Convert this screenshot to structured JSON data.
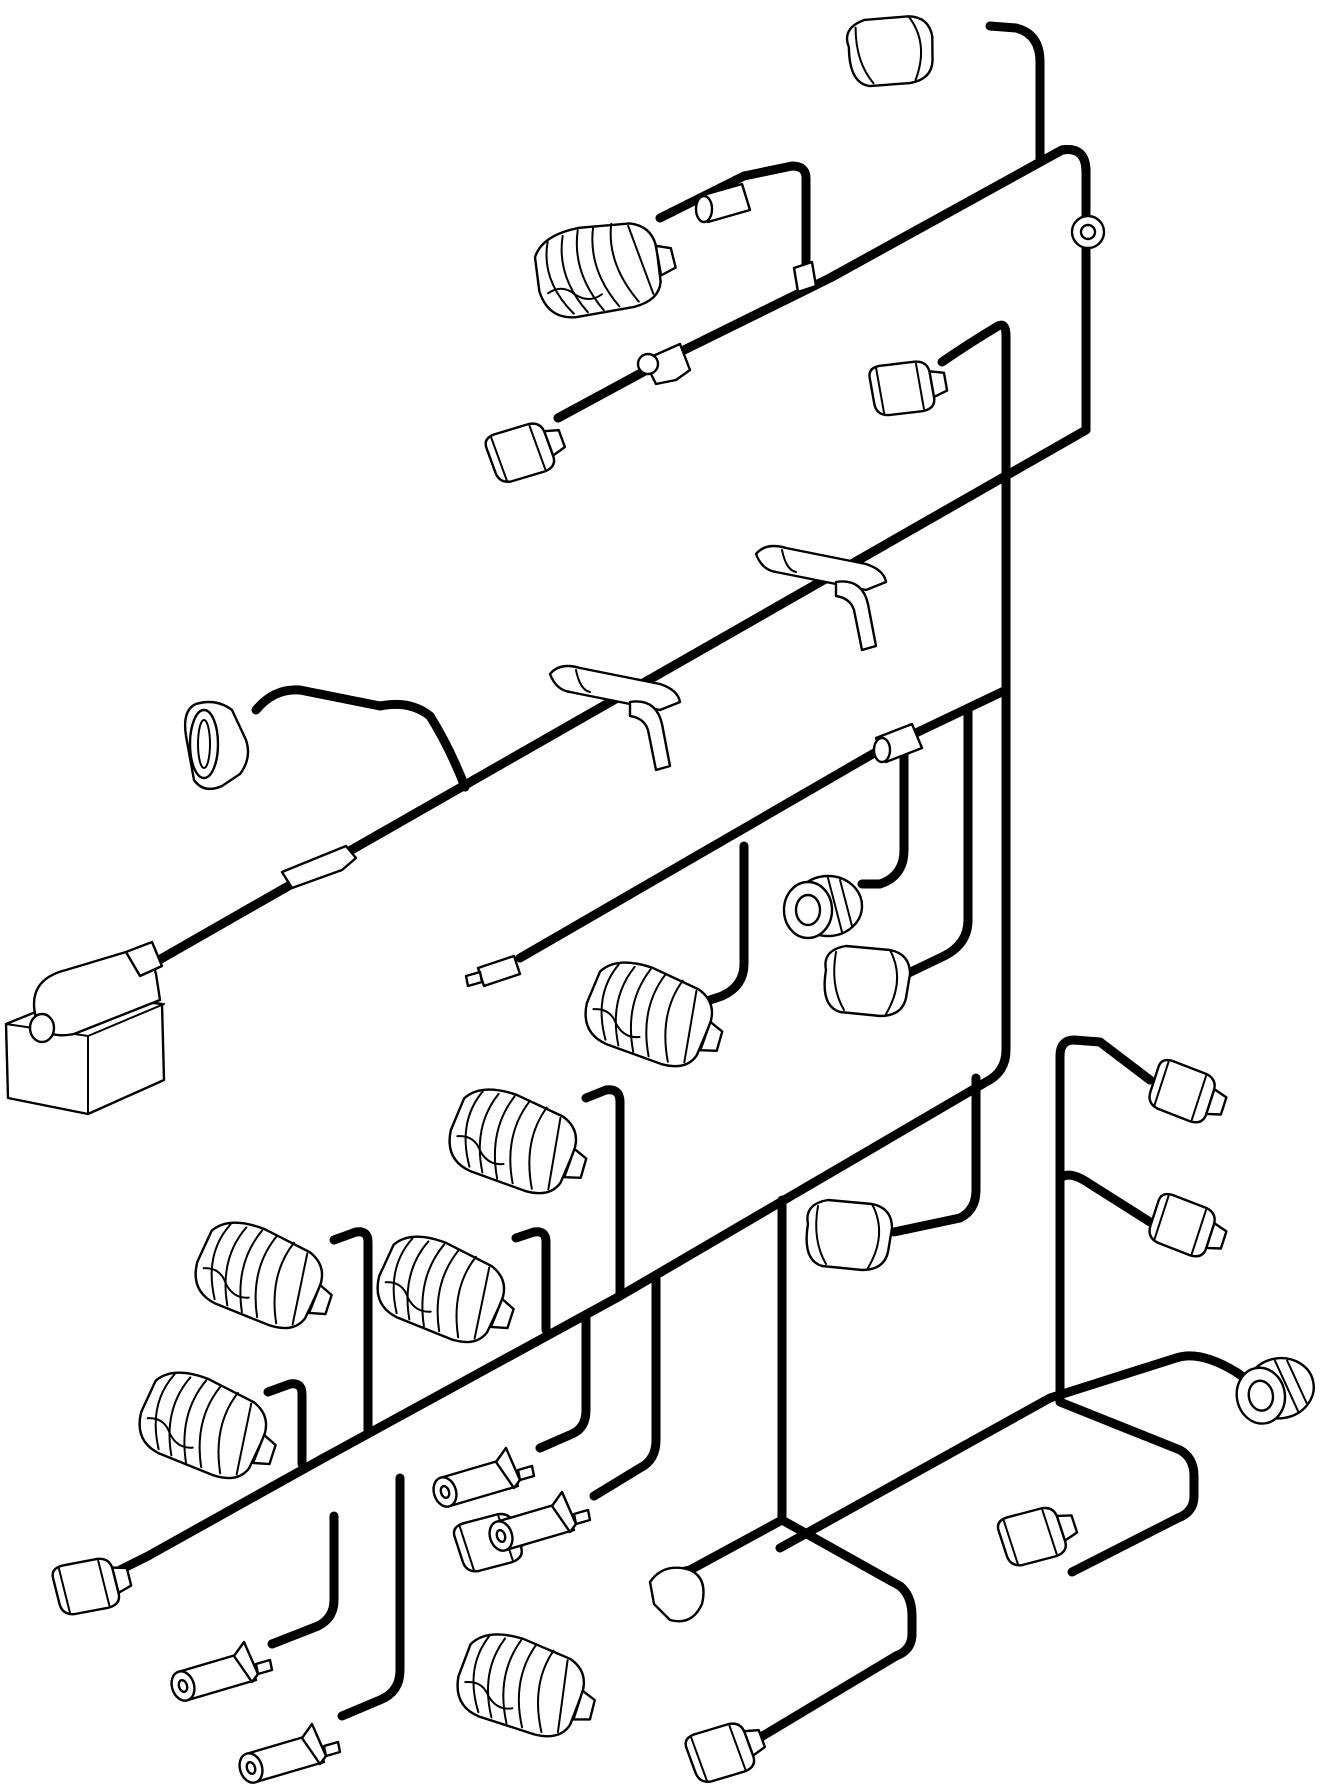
{
  "diagram": {
    "line_color": "#000000",
    "background_color": "#ffffff",
    "connector_styles": [
      "multi-pin-plug",
      "small-plug",
      "sensor-cylinder",
      "round-plug",
      "oval-plug",
      "harness-clip",
      "relay-box"
    ]
  }
}
